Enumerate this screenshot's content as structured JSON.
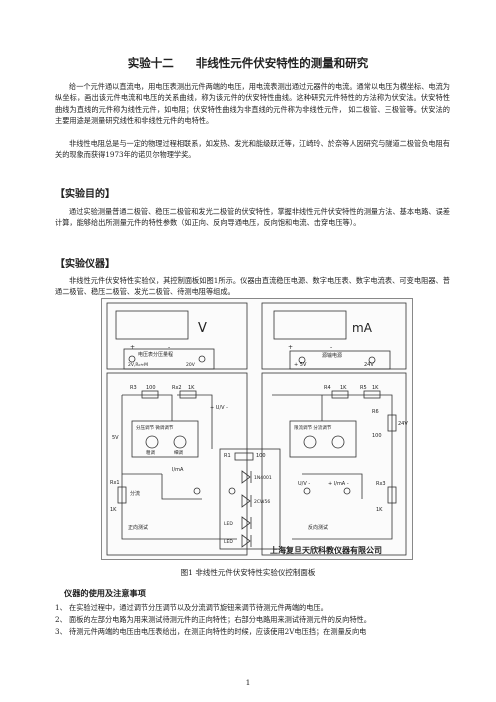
{
  "doc": {
    "title_number": "实验十二",
    "title_text": "非线性元件伏安特性的测量和研究",
    "intro_1": "给一个元件通以直流电，用电压表测出元件两端的电压，用电流表测出通过元器件的电流。通常以电压为横坐标、电流为纵坐标，画出该元件电流和电压的关系曲线，称为该元件的伏安特性曲线。这种研究元件特性的方法称为伏安法。伏安特性曲线为直线的元件称为线性元件，如电阻；伏安特性曲线为非直线的元件称为非线性元件， 如二极管、三极管等。伏安法的主要用途是测量研究线性和非线性元件的电特性。",
    "intro_2": "非线性电阻总是与一定的物理过程相联系，如发热、发光和能级跃迁等，江崎玲、於奈等人因研究与隧道二极管负电阻有关的现象而获得1973年的诺贝尔物理学奖。",
    "sec_purpose": "【实验目的】",
    "purpose_text": "通过实验测量普通二极管、稳压二极管和发光二极管的伏安特性，掌握非线性元件伏安特性的测量方法、基本电路、误差计算，能够给出所测量元件的特性参数（如正向、反向导通电压，反向饱和电流、击穿电压等）。",
    "sec_instr": "【实验仪器】",
    "instr_text": "非线性元件伏安特性实验仪，其控制面板如图1所示。仪器由直流稳压电源、数字电压表、数字电流表、可变电阻器、普通二极管、稳压二极管、发光二极管、待测电阻等组成。",
    "caption": "图1  非线性元件伏安特性实验仪控制面板",
    "usage_title": "仪器的使用及注意事项",
    "usage_items": [
      "1、 在实验过程中，通过调节分压调节以及分流调节旋钮来调节待测元件两端的电压。",
      "2、 面板的左部分电路为用来测试待测元件的正向特性；右部分电路用来测试待测元件的反向特性。",
      "3、 待测元件两端的电压由电压表给出，在测正向特性的时候，应该使用2V电压挡；在测量反向电"
    ],
    "page_number": "1"
  },
  "panel": {
    "voltmeter_unit": "V",
    "ammeter_unit": "mA",
    "plus": "+",
    "minus": "-",
    "voltmeter_range_title": "电压表分压量程",
    "range_2v_label": "2V,R₀≈M",
    "range_20v_label": "20V",
    "source_label": "源输电源",
    "source_5v": "+ 5V",
    "source_24v": "24V",
    "r3_label": "R3",
    "r3_value": "100",
    "rx2_label": "Rx2",
    "rx2_value": "1K",
    "left_box_label": "分压调节  微调调节",
    "left_fine": "粗调",
    "left_coarse": "细调",
    "left_5v": "5V",
    "rx1_label": "Rx1",
    "rx1_value": "1K",
    "ind_label": "分流",
    "switch_i": "I/mA",
    "switch_v": "+ U/V -",
    "bottom_left": "正向测试",
    "r1_label": "R1",
    "r1_value": "100",
    "d_label": "1N4001",
    "dz_label": "2CW56",
    "led_label": "LED",
    "r4_label": "R4",
    "r4_value": "1K",
    "r5_label": "R5",
    "r5_value": "1K",
    "right_box_label": "限流调节  分流调节",
    "r6_label": "R6",
    "r6_value": "100",
    "right_24v": "24V",
    "rx3_label": "Rx3",
    "rx3_value": "1K",
    "right_switch": "U/V -",
    "right_switch_i": "+ I/mA -",
    "bottom_right": "反向测试",
    "brand": "上海复旦天欣科教仪器有限公司"
  }
}
